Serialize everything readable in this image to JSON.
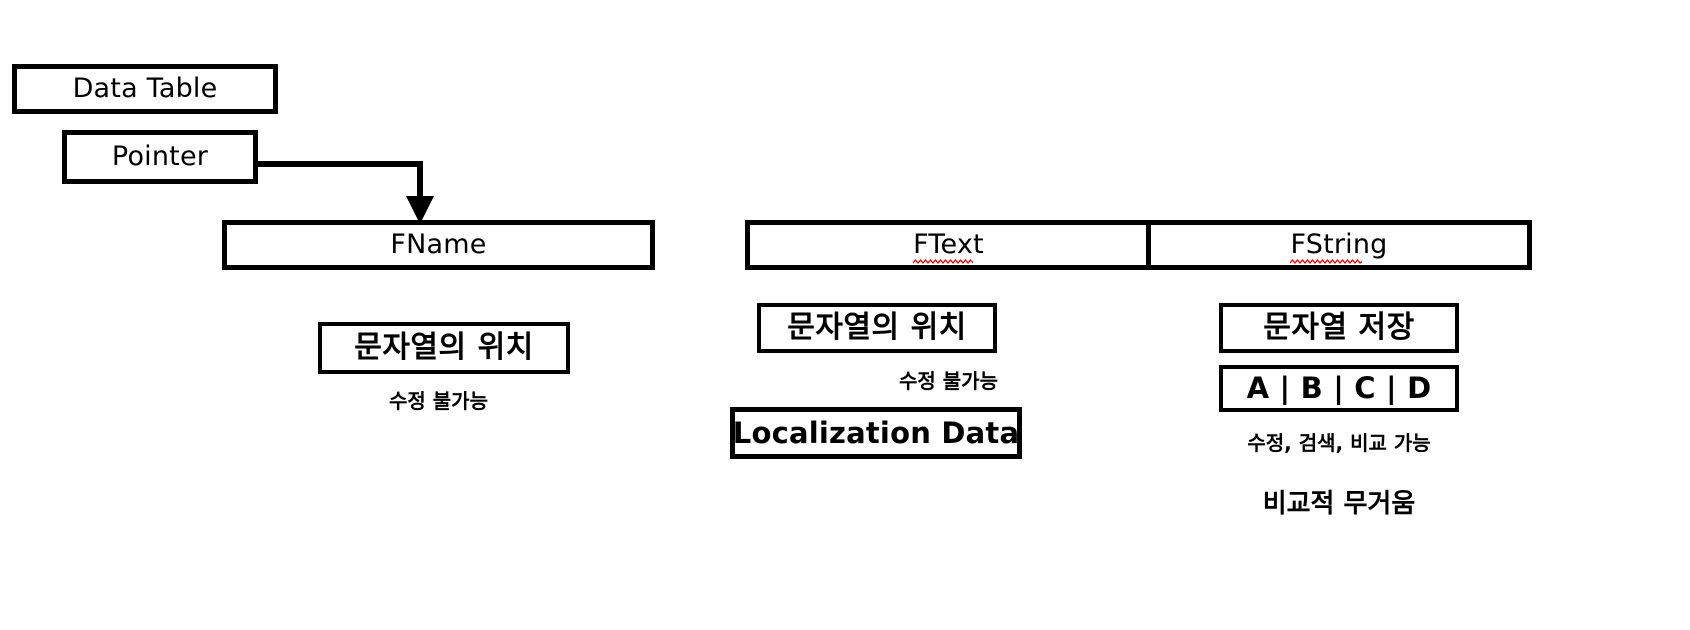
{
  "diagram": {
    "title": "FName / FText / FString comparison diagram",
    "background_color": "#ffffff",
    "stroke_color": "#000000",
    "spellcheck_underline_color": "#ff0000"
  },
  "source_group": {
    "data_table_label": "Data Table",
    "pointer_label": "Pointer",
    "connector_label": "pointer-to-fname-arrow"
  },
  "columns": [
    {
      "id": "fname",
      "header": "FName",
      "header_misspelled": false,
      "attribute_box": "문자열의 위치",
      "captions": [
        "수정 불가능"
      ],
      "extra_boxes": []
    },
    {
      "id": "ftext",
      "header": "FText",
      "header_misspelled": true,
      "attribute_box": "문자열의 위치",
      "captions": [
        "수정 불가능"
      ],
      "extra_boxes": [
        "Localization Data"
      ]
    },
    {
      "id": "fstring",
      "header": "FString",
      "header_misspelled": true,
      "attribute_box": "문자열 저장",
      "captions": [
        "수정, 검색, 비교 가능",
        "비교적 무거움"
      ],
      "extra_boxes": [
        "A | B | C | D"
      ]
    }
  ]
}
